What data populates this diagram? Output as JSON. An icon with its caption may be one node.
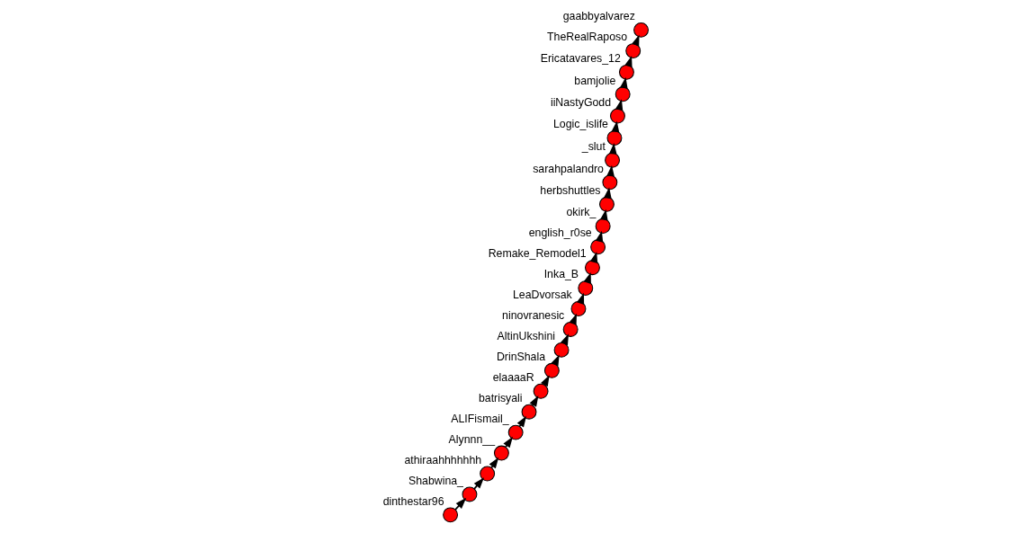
{
  "diagram": {
    "nodes": [
      {
        "text": [
          "dinthestar96"
        ]
      },
      {
        "text": [
          "Shabwina_"
        ]
      },
      {
        "text": [
          "athiraahhhhhhh"
        ]
      },
      {
        "text": [
          "Alynnn__"
        ]
      },
      {
        "text": [
          "ALIFismail_"
        ]
      },
      {
        "text": [
          "batrisyali"
        ]
      },
      {
        "text": [
          "elaaaaR"
        ]
      },
      {
        "text": [
          "DrinShala"
        ]
      },
      {
        "text": [
          "AltinUkshini"
        ]
      },
      {
        "text": [
          "ninovranesic"
        ]
      },
      {
        "text": [
          "LeaDvorsak"
        ]
      },
      {
        "text": [
          "Inka_B"
        ]
      },
      {
        "text": [
          "Remake_Remodel1"
        ]
      },
      {
        "text": [
          "english_r0se"
        ]
      },
      {
        "text": [
          "okirk_"
        ]
      },
      {
        "text": [
          "herbshuttles"
        ]
      },
      {
        "text": [
          "sarahpalandro"
        ]
      },
      {
        "text": [
          "_slut"
        ]
      },
      {
        "text": [
          "Logic_islife"
        ]
      },
      {
        "text": [
          "iiNastyGodd"
        ]
      },
      {
        "text": [
          "bamjolie"
        ]
      },
      {
        "text": [
          "Ericatavares_12"
        ]
      },
      {
        "text": [
          "TheRealRaposo"
        ]
      },
      {
        "text": [
          "gaabbyalvarez"
        ]
      }
    ],
    "edges": [
      {
        "from": 0,
        "to": 1,
        "arrow": "to"
      },
      {
        "from": 1,
        "to": 2,
        "arrow": "to"
      },
      {
        "from": 2,
        "to": 3,
        "arrow": "to"
      },
      {
        "from": 3,
        "to": 4,
        "arrow": "to"
      },
      {
        "from": 4,
        "to": 5,
        "arrow": "to"
      },
      {
        "from": 5,
        "to": 6,
        "arrow": "to"
      },
      {
        "from": 6,
        "to": 7,
        "arrow": "to"
      },
      {
        "from": 7,
        "to": 8,
        "arrow": "to"
      },
      {
        "from": 8,
        "to": 9,
        "arrow": "to"
      },
      {
        "from": 9,
        "to": 10,
        "arrow": "to"
      },
      {
        "from": 10,
        "to": 11,
        "arrow": "to"
      },
      {
        "from": 11,
        "to": 12,
        "arrow": "to"
      },
      {
        "from": 12,
        "to": 13,
        "arrow": "to"
      },
      {
        "from": 13,
        "to": 14,
        "arrow": "to"
      },
      {
        "from": 14,
        "to": 15,
        "arrow": "to"
      },
      {
        "from": 15,
        "to": 16,
        "arrow": "to"
      },
      {
        "from": 16,
        "to": 17,
        "arrow": "to"
      },
      {
        "from": 17,
        "to": 18,
        "arrow": "to"
      },
      {
        "from": 18,
        "to": 19,
        "arrow": "to"
      },
      {
        "from": 19,
        "to": 20,
        "arrow": "to"
      },
      {
        "from": 20,
        "to": 21,
        "arrow": "to"
      },
      {
        "from": 21,
        "to": 22,
        "arrow": "to"
      },
      {
        "from": 22,
        "to": 23,
        "arrow": "to"
      }
    ]
  }
}
